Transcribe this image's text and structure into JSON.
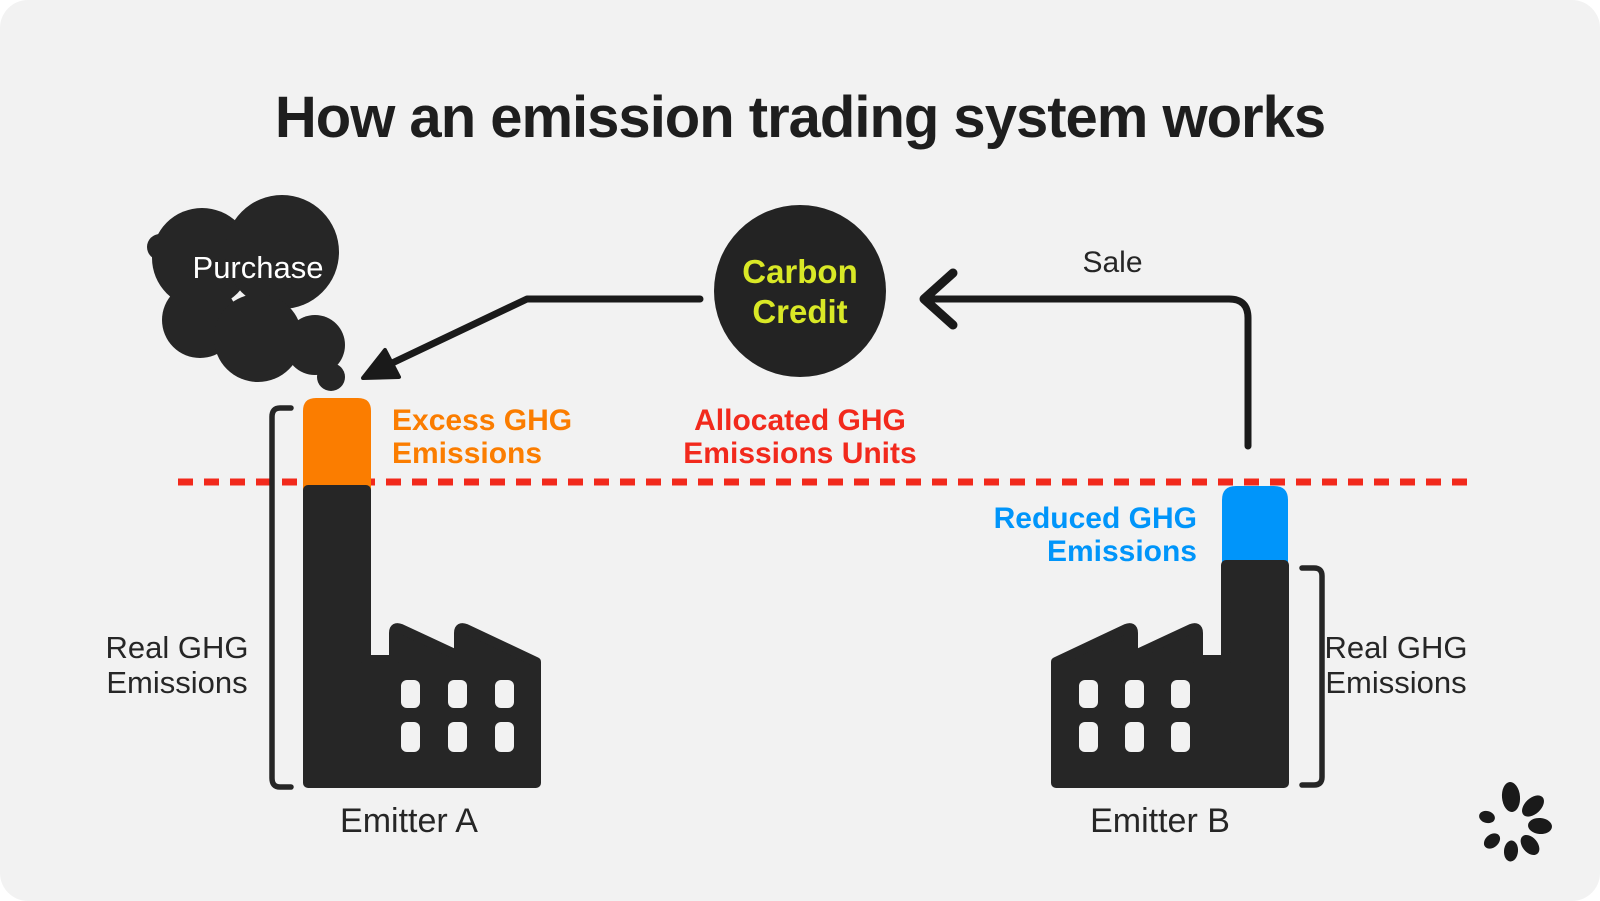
{
  "title": "How an emission trading system works",
  "colors": {
    "background": "#f2f2f2",
    "ink": "#262626",
    "arrow_black": "#1a1a1a",
    "excess_orange": "#fb7d00",
    "reduced_blue": "#0095fa",
    "allocated_red": "#f2291c",
    "credit_lime": "#d9e826",
    "text_on_dark": "#ffffff"
  },
  "cloud": {
    "label": "Purchase"
  },
  "credit": {
    "line1": "Carbon",
    "line2": "Credit"
  },
  "sale": {
    "label": "Sale"
  },
  "allocated": {
    "line1": "Allocated GHG",
    "line2": "Emissions Units"
  },
  "excess": {
    "line1": "Excess GHG",
    "line2": "Emissions"
  },
  "reduced": {
    "line1": "Reduced GHG",
    "line2": "Emissions"
  },
  "real_left": {
    "line1": "Real GHG",
    "line2": "Emissions"
  },
  "real_right": {
    "line1": "Real GHG",
    "line2": "Emissions"
  },
  "emitter_a": {
    "label": "Emitter A"
  },
  "emitter_b": {
    "label": "Emitter B"
  },
  "icons": {
    "cloud": "smoke-cloud-icon",
    "factory_a": "factory-icon",
    "factory_b": "factory-icon",
    "purchase_arrow": "arrow-left-down-icon",
    "sale_arrow": "arrow-left-icon",
    "logo": "flower-logo-icon"
  }
}
